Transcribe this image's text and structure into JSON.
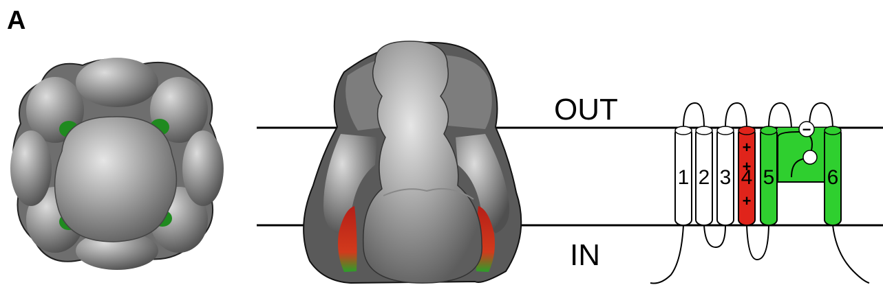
{
  "figure": {
    "panel_label": "A",
    "membrane": {
      "outside_label": "OUT",
      "inside_label": "IN"
    },
    "segments": [
      {
        "label": "1",
        "type": "voltage-sensor-domain",
        "color": "#ffffff"
      },
      {
        "label": "2",
        "type": "voltage-sensor-domain",
        "color": "#ffffff"
      },
      {
        "label": "3",
        "type": "voltage-sensor-domain",
        "color": "#ffffff"
      },
      {
        "label": "4",
        "type": "voltage-sensor",
        "color": "#e0241b"
      },
      {
        "label": "5",
        "type": "pore-domain",
        "color": "#2fcf2f"
      },
      {
        "label": "6",
        "type": "pore-domain",
        "color": "#2fcf2f"
      }
    ],
    "s4_charges": [
      "+",
      "+",
      "+"
    ],
    "pore_loop_charge": "−",
    "colors": {
      "channel_gray": "#9a9a9a",
      "pore_green": "#2fcf2f",
      "sensor_red": "#e0241b"
    }
  }
}
